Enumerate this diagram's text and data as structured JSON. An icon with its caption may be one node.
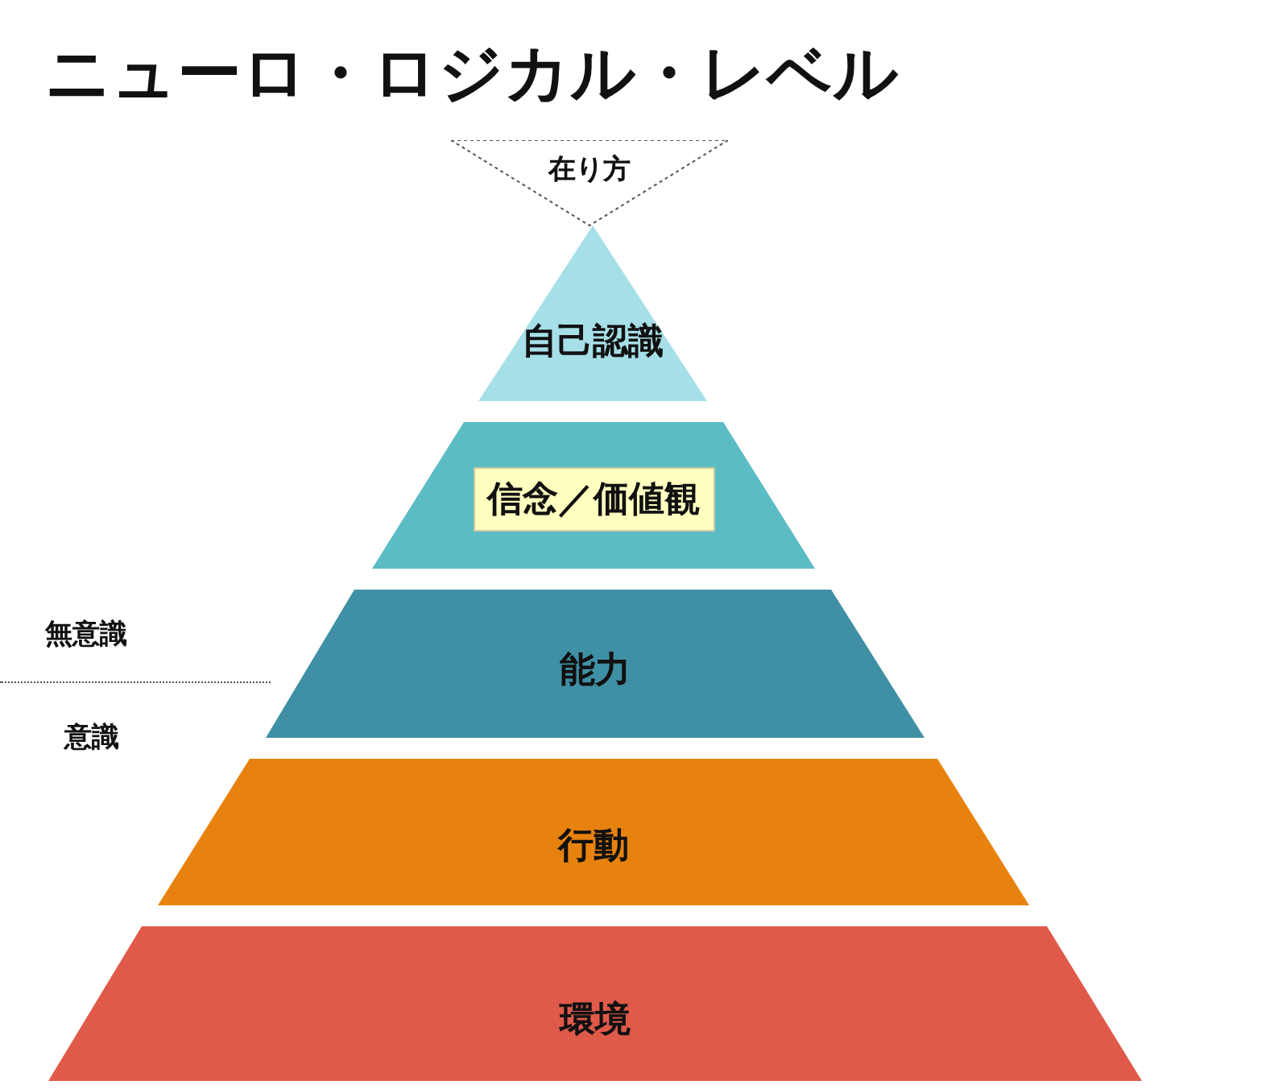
{
  "diagram": {
    "title": "ニューロ・ロジカル・レベル",
    "nodes": [
      {
        "text": [
          "在り方"
        ]
      },
      {
        "text": [
          "自己認識"
        ]
      },
      {
        "text": [
          "信念／価値観"
        ]
      },
      {
        "text": [
          "能力"
        ]
      },
      {
        "text": [
          "行動"
        ]
      },
      {
        "text": [
          "環境"
        ]
      }
    ],
    "labels": [
      "無意識",
      "意識"
    ]
  }
}
